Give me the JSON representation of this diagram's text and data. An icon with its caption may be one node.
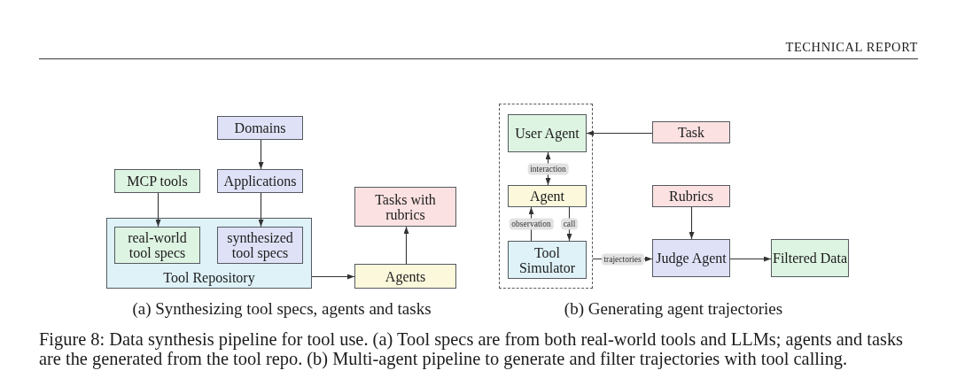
{
  "diagram": {
    "caption": "Figure 8: Data synthesis pipeline for tool use. (a) Tool specs are from both real-world tools and LLMs; agents and tasks are the generated from the tool repo. (b) Multi-agent pipeline to generate and filter trajectories with tool calling.",
    "nodes": [
      {
        "text": [
          "Domains"
        ]
      },
      {
        "text": [
          "MCP tools"
        ]
      },
      {
        "text": [
          "Applications"
        ]
      },
      {
        "text": [
          "Tool Repository"
        ]
      },
      {
        "text": [
          "real-world tool specs"
        ],
        "in": 3
      },
      {
        "text": [
          "synthesized tool specs"
        ],
        "in": 3
      },
      {
        "text": [
          "Tasks with rubrics"
        ]
      },
      {
        "text": [
          "Agents"
        ]
      },
      {
        "text": [],
        "shape": "box"
      },
      {
        "text": [
          "User Agent"
        ],
        "in": 8
      },
      {
        "text": [
          "Agent"
        ],
        "in": 8
      },
      {
        "text": [
          "Tool Simulator"
        ],
        "in": 8
      },
      {
        "text": [
          "Task"
        ]
      },
      {
        "text": [
          "Rubrics"
        ]
      },
      {
        "text": [
          "Judge Agent"
        ]
      },
      {
        "text": [
          "Filtered Data"
        ]
      }
    ],
    "edges": [
      {
        "from": 0,
        "to": 2,
        "arrow": "to"
      },
      {
        "from": 1,
        "to": 4,
        "arrow": "to"
      },
      {
        "from": 2,
        "to": 5,
        "arrow": "to"
      },
      {
        "from": 3,
        "to": 7,
        "arrow": "to"
      },
      {
        "from": 7,
        "to": 6,
        "arrow": "to"
      },
      {
        "from": 12,
        "to": 9,
        "arrow": "to"
      },
      {
        "from": 9,
        "to": 10,
        "arrow": "both",
        "label": "interaction"
      },
      {
        "from": 11,
        "to": 10,
        "arrow": "to",
        "label": "observation"
      },
      {
        "from": 10,
        "to": 11,
        "arrow": "to",
        "label": "call"
      },
      {
        "from": 8,
        "to": 14,
        "arrow": "to",
        "label": "trajectories"
      },
      {
        "from": 13,
        "to": 14,
        "arrow": "to"
      },
      {
        "from": 14,
        "to": 15,
        "arrow": "to"
      }
    ],
    "labels": [
      "TECHNICAL REPORT",
      "(a) Synthesizing tool specs, agents and tasks",
      "(b) Generating agent trajectories"
    ]
  }
}
